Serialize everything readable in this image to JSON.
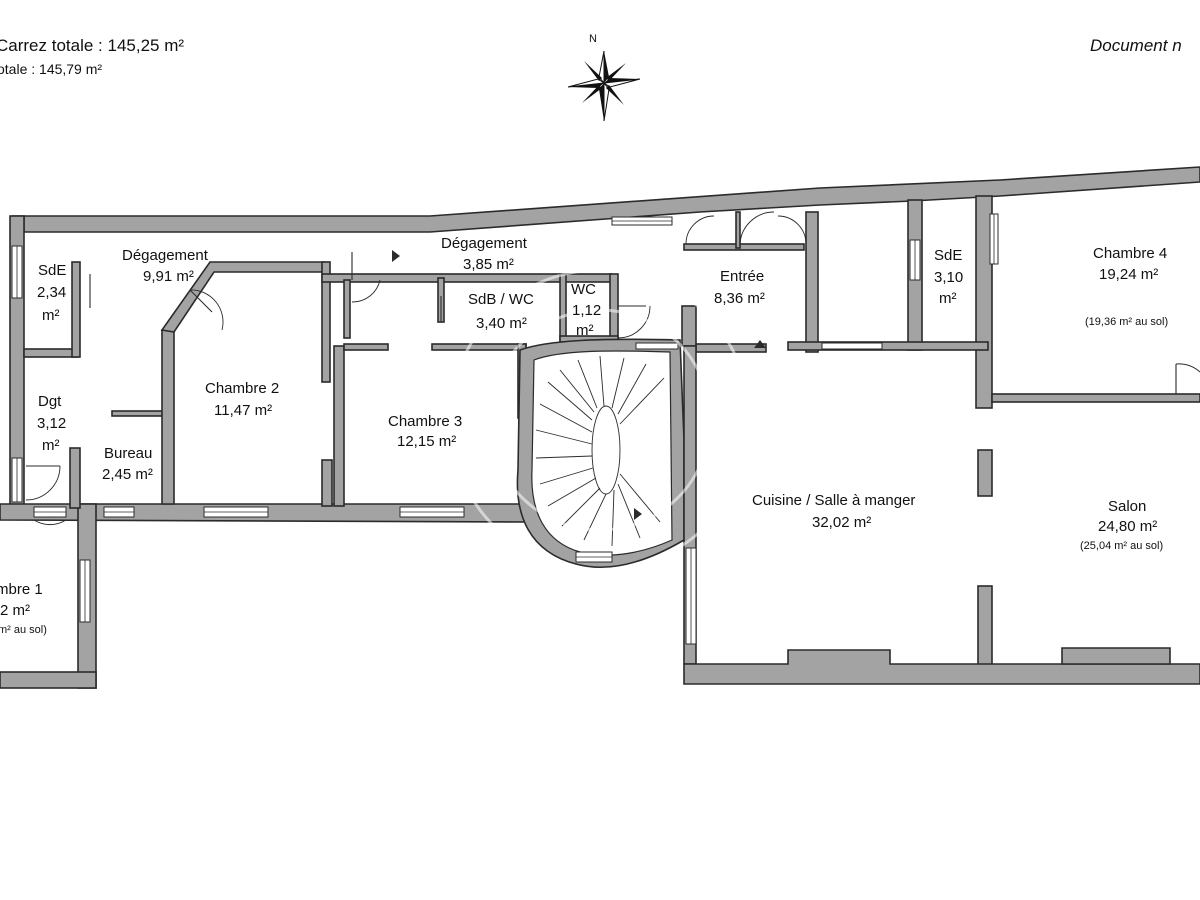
{
  "header": {
    "carrez_line": "Carrez totale :  145,25 m²",
    "totale_line": "otale :  145,79 m²",
    "document_note": "Document n"
  },
  "compass": {
    "north_letter": "N"
  },
  "rooms": {
    "sde_left": {
      "name": "SdE",
      "area_1": "2,34",
      "area_2": "m²"
    },
    "degagement_1": {
      "name": "Dégagement",
      "area": "9,91 m²"
    },
    "degagement_2": {
      "name": "Dégagement",
      "area": "3,85 m²"
    },
    "sdb_wc": {
      "name": "SdB / WC",
      "area": "3,40 m²"
    },
    "wc": {
      "name": "WC",
      "area_1": "1,12",
      "area_2": "m²"
    },
    "entree": {
      "name": "Entrée",
      "area": "8,36 m²"
    },
    "sde_right": {
      "name": "SdE",
      "area_1": "3,10",
      "area_2": "m²"
    },
    "chambre_4": {
      "name": "Chambre 4",
      "area": "19,24 m²",
      "floor_area": "(19,36 m² au sol)"
    },
    "dgt": {
      "name": "Dgt",
      "area_1": "3,12",
      "area_2": "m²"
    },
    "bureau": {
      "name": "Bureau",
      "area": "2,45 m²"
    },
    "chambre_2": {
      "name": "Chambre 2",
      "area": "11,47 m²"
    },
    "chambre_3": {
      "name": "Chambre 3",
      "area": "12,15 m²"
    },
    "cuisine": {
      "name": "Cuisine / Salle à manger",
      "area": "32,02 m²"
    },
    "salon": {
      "name": "Salon",
      "area": "24,80 m²",
      "floor_area": "(25,04 m² au sol)"
    },
    "chambre_1": {
      "name": "mbre 1",
      "area": "2 m²",
      "floor_area": "m² au sol)"
    }
  },
  "colors": {
    "wall_fill": "#a3a3a3",
    "wall_stroke": "#2b2b2b",
    "background": "#ffffff",
    "text": "#111111"
  },
  "icons": [
    "compass-rose-icon",
    "entry-arrow-icon",
    "stair-direction-arrow-icon"
  ]
}
